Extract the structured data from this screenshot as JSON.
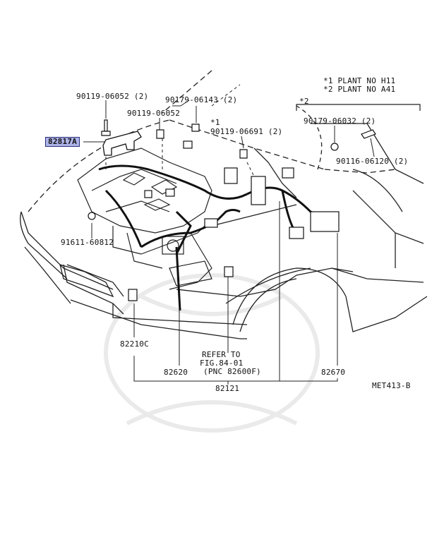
{
  "diagram": {
    "plant_notes": [
      {
        "mark": "*1",
        "text": "PLANT NO H11"
      },
      {
        "mark": "*2",
        "text": "PLANT NO A41"
      }
    ],
    "group_mark": "*2",
    "mark_90119_06691": "*1",
    "parts": {
      "p1": "90119-06052 (2)",
      "p2": "90179-06143 (2)",
      "p3": "90119-06052",
      "p4": "90119-06691 (2)",
      "p5": "90179-06032 (2)",
      "p6": "90116-06120 (2)",
      "p7": "91611-60812",
      "p8": "82817A",
      "p9": "82210C",
      "p10": "82620",
      "p11": "82670",
      "p12": "82121"
    },
    "refer": [
      "REFER TO",
      "FIG.84-01",
      "(PNC 82600F)"
    ],
    "figure_code": "MET413-B"
  }
}
